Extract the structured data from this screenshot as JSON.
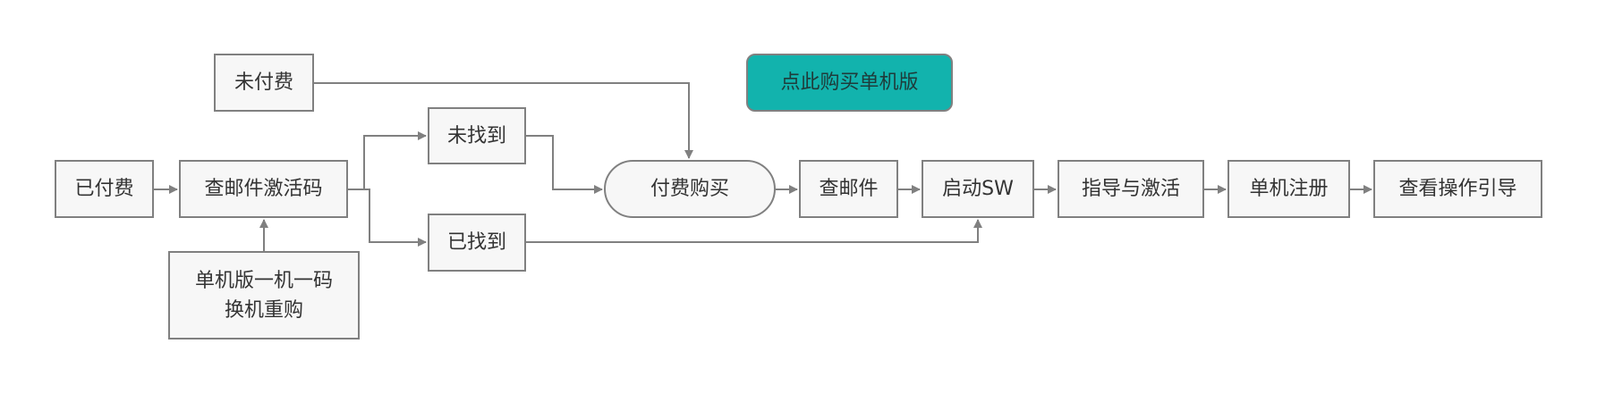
{
  "colors": {
    "edge": "#808080",
    "node_fill": "#f7f7f7",
    "accent": "#12b3ad"
  },
  "nodes": {
    "paid": "已付费",
    "check_email_code": "查邮件激活码",
    "unpaid": "未付费",
    "not_found": "未找到",
    "found": "已找到",
    "reinstall_line1": "单机版一机一码",
    "reinstall_line2": "换机重购",
    "pay_purchase": "付费购买",
    "buy_button": "点此购买单机版",
    "check_email": "查邮件",
    "start_sw": "启动SW",
    "guide_activate": "指导与激活",
    "standalone_register": "单机注册",
    "view_guide": "查看操作引导"
  }
}
